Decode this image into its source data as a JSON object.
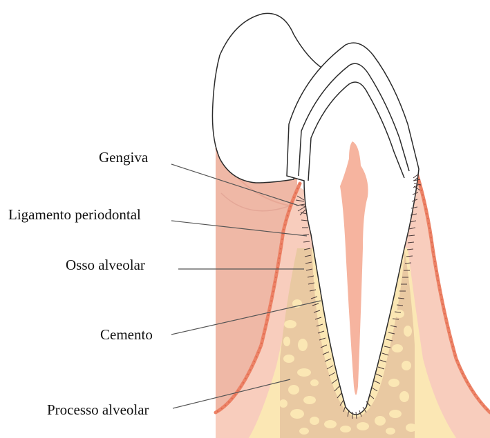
{
  "labels": {
    "gingiva": "Gengiva",
    "periodontal_ligament": "Ligamento periodontal",
    "alveolar_bone": "Osso alveolar",
    "cementum": "Cemento",
    "alveolar_process": "Processo alveolar"
  },
  "colors": {
    "gingiva_pink": "#efb8a6",
    "gingiva_soft": "#f8cdbd",
    "gingiva_edge": "#ec8266",
    "bone_yellow": "#fbe7b4",
    "trabecular_fill": "#e9c9a2",
    "pulp": "#f6b49f",
    "tooth_outline": "#2b2b2b",
    "ligament_fibers": "#4a3a3a",
    "leader_line": "#555555"
  }
}
